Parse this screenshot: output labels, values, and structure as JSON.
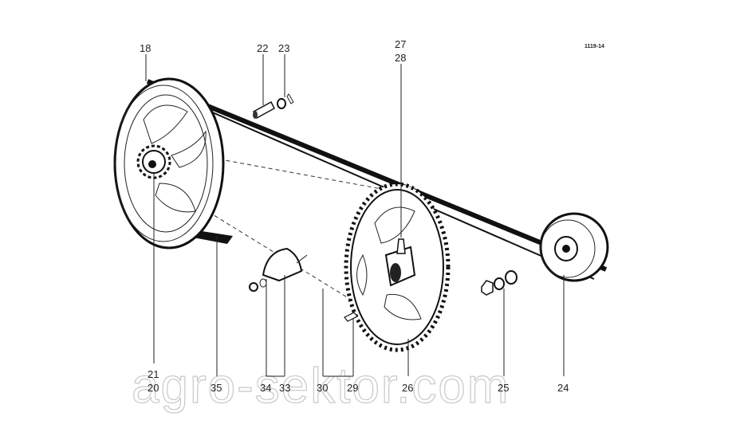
{
  "drawing_code": "1119-14",
  "watermark": "agro-sektor.com",
  "part_labels": {
    "p18": "18",
    "p22": "22",
    "p23": "23",
    "p27": "27",
    "p28": "28",
    "p21": "21",
    "p20": "20",
    "p35": "35",
    "p34": "34",
    "p33": "33",
    "p30": "30",
    "p29": "29",
    "p26": "26",
    "p25": "25",
    "p24": "24"
  }
}
